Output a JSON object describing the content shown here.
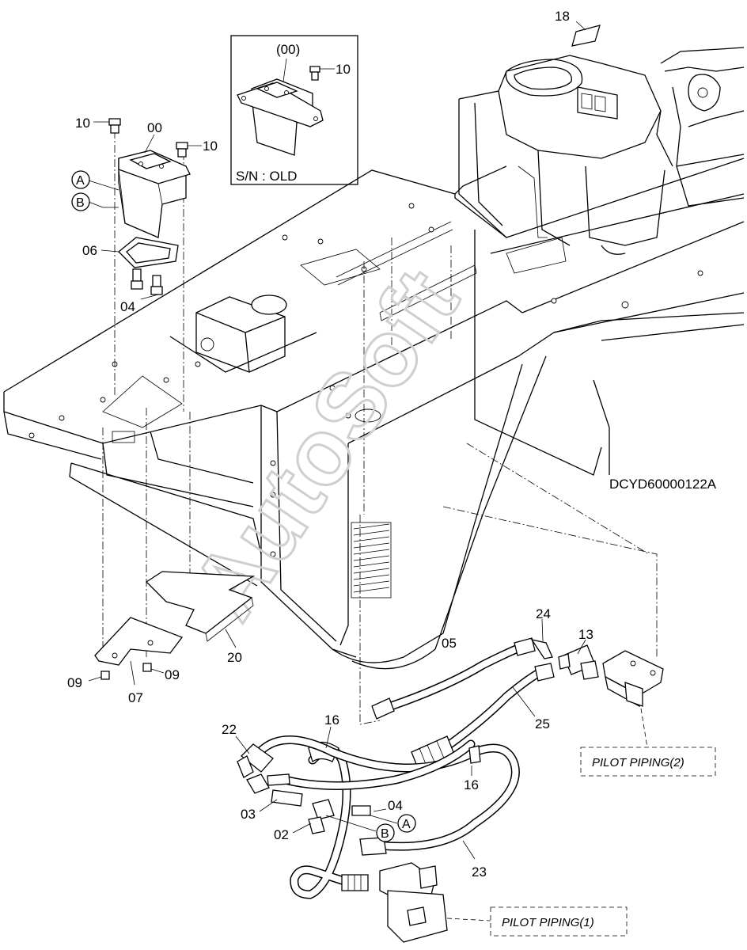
{
  "diagram": {
    "code": "DCYD60000122A",
    "watermark": "AutoSoft",
    "inset": {
      "label": "(00)",
      "bolt_label": "10",
      "serial_note": "S/N : OLD"
    },
    "callouts": {
      "c18": "18",
      "c10a": "10",
      "c00": "00",
      "c10b": "10",
      "cA": "A",
      "cB": "B",
      "c06": "06",
      "c04a": "04",
      "c20": "20",
      "c09a": "09",
      "c09b": "09",
      "c07": "07",
      "c24": "24",
      "c13": "13",
      "c05": "05",
      "c25": "25",
      "c22": "22",
      "c16a": "16",
      "c16b": "16",
      "c03": "03",
      "c04b": "04",
      "c02": "02",
      "cA2": "A",
      "cB2": "B",
      "c23": "23"
    },
    "references": {
      "pilot2": "PILOT PIPING(2)",
      "pilot1": "PILOT PIPING(1)"
    }
  }
}
